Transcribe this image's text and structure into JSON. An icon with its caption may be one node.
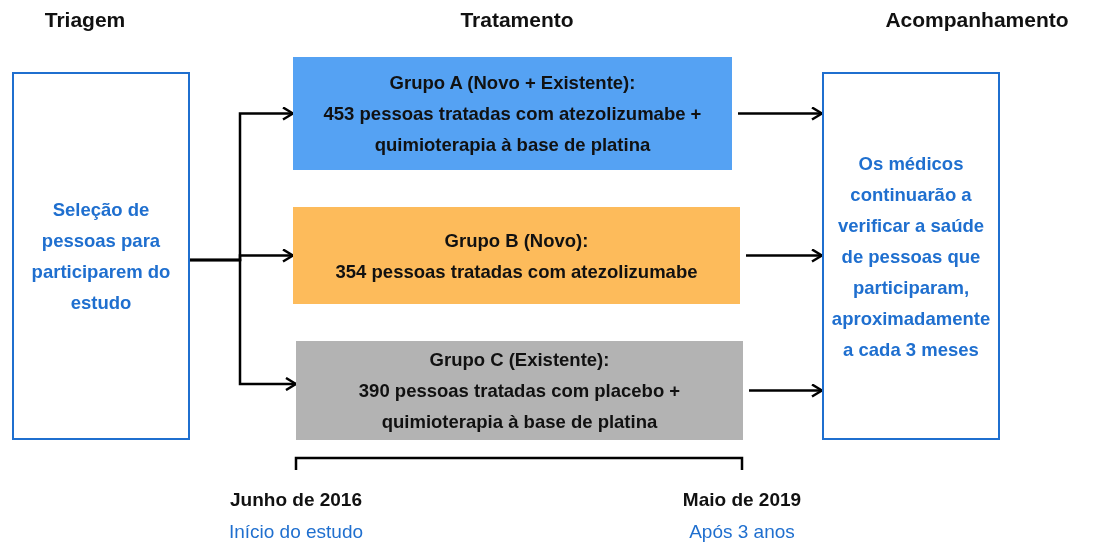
{
  "diagram": {
    "nodes": [
      {
        "text": [
          "Seleção de pessoas para participarem do estudo"
        ]
      },
      {
        "text": [
          "Grupo A (Novo + Existente):",
          "453 pessoas tratadas com atezolizumabe + quimioterapia à base de platina"
        ]
      },
      {
        "text": [
          "Grupo B (Novo):",
          "354 pessoas tratadas com atezolizumabe"
        ]
      },
      {
        "text": [
          "Grupo C (Existente):",
          "390 pessoas tratadas com placebo + quimioterapia à base de platina"
        ]
      },
      {
        "text": [
          "Os médicos continuarão a verificar a saúde de pessoas que participaram, aproximadamente a cada 3 meses"
        ]
      }
    ],
    "edges": [
      {
        "from": 0,
        "to": 1,
        "arrow": "to"
      },
      {
        "from": 0,
        "to": 2,
        "arrow": "to"
      },
      {
        "from": 0,
        "to": 3,
        "arrow": "to"
      },
      {
        "from": 1,
        "to": 4,
        "arrow": "to"
      },
      {
        "from": 2,
        "to": 4,
        "arrow": "to"
      },
      {
        "from": 3,
        "to": 4,
        "arrow": "to"
      }
    ],
    "labels": [
      "Triagem",
      "Tratamento",
      "Acompanhamento",
      "Junho de 2016",
      "Início do estudo",
      "Maio de 2019",
      "Após 3 anos"
    ]
  }
}
